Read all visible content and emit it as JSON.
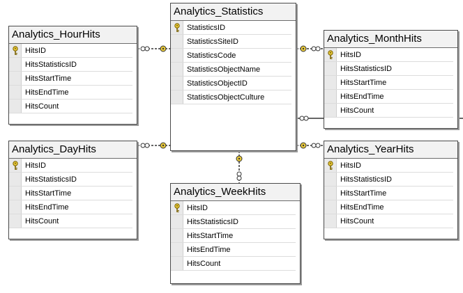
{
  "diagram": {
    "tables": [
      {
        "id": "hour",
        "title": "Analytics_HourHits",
        "columns": [
          {
            "name": "HitsID",
            "key": true
          },
          {
            "name": "HitsStatisticsID",
            "key": false
          },
          {
            "name": "HitsStartTime",
            "key": false
          },
          {
            "name": "HitsEndTime",
            "key": false
          },
          {
            "name": "HitsCount",
            "key": false
          }
        ]
      },
      {
        "id": "stats",
        "title": "Analytics_Statistics",
        "columns": [
          {
            "name": "StatisticsID",
            "key": true
          },
          {
            "name": "StatisticsSiteID",
            "key": false
          },
          {
            "name": "StatisticsCode",
            "key": false
          },
          {
            "name": "StatisticsObjectName",
            "key": false
          },
          {
            "name": "StatisticsObjectID",
            "key": false
          },
          {
            "name": "StatisticsObjectCulture",
            "key": false
          }
        ]
      },
      {
        "id": "month",
        "title": "Analytics_MonthHits",
        "columns": [
          {
            "name": "HitsID",
            "key": true
          },
          {
            "name": "HitsStatisticsID",
            "key": false
          },
          {
            "name": "HitsStartTime",
            "key": false
          },
          {
            "name": "HitsEndTime",
            "key": false
          },
          {
            "name": "HitsCount",
            "key": false
          }
        ]
      },
      {
        "id": "day",
        "title": "Analytics_DayHits",
        "columns": [
          {
            "name": "HitsID",
            "key": true
          },
          {
            "name": "HitsStatisticsID",
            "key": false
          },
          {
            "name": "HitsStartTime",
            "key": false
          },
          {
            "name": "HitsEndTime",
            "key": false
          },
          {
            "name": "HitsCount",
            "key": false
          }
        ]
      },
      {
        "id": "year",
        "title": "Analytics_YearHits",
        "columns": [
          {
            "name": "HitsID",
            "key": true
          },
          {
            "name": "HitsStatisticsID",
            "key": false
          },
          {
            "name": "HitsStartTime",
            "key": false
          },
          {
            "name": "HitsEndTime",
            "key": false
          },
          {
            "name": "HitsCount",
            "key": false
          }
        ]
      },
      {
        "id": "week",
        "title": "Analytics_WeekHits",
        "columns": [
          {
            "name": "HitsID",
            "key": true
          },
          {
            "name": "HitsStatisticsID",
            "key": false
          },
          {
            "name": "HitsStartTime",
            "key": false
          },
          {
            "name": "HitsEndTime",
            "key": false
          },
          {
            "name": "HitsCount",
            "key": false
          }
        ]
      }
    ],
    "relationships": [
      {
        "from": "hour",
        "to": "stats"
      },
      {
        "from": "day",
        "to": "stats"
      },
      {
        "from": "month",
        "to": "stats"
      },
      {
        "from": "year",
        "to": "stats"
      },
      {
        "from": "week",
        "to": "stats"
      }
    ],
    "icons": {
      "primary_key": "key-icon",
      "relationship": "one-to-many-connector"
    }
  }
}
